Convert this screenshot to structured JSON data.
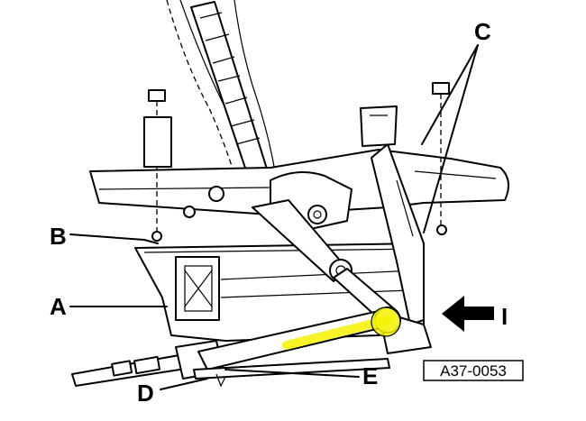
{
  "labels": {
    "a": "A",
    "b": "B",
    "c": "C",
    "d": "D",
    "e": "E",
    "arrow": "I"
  },
  "figure_code": "A37-0053",
  "highlight_color": "#f2f200"
}
